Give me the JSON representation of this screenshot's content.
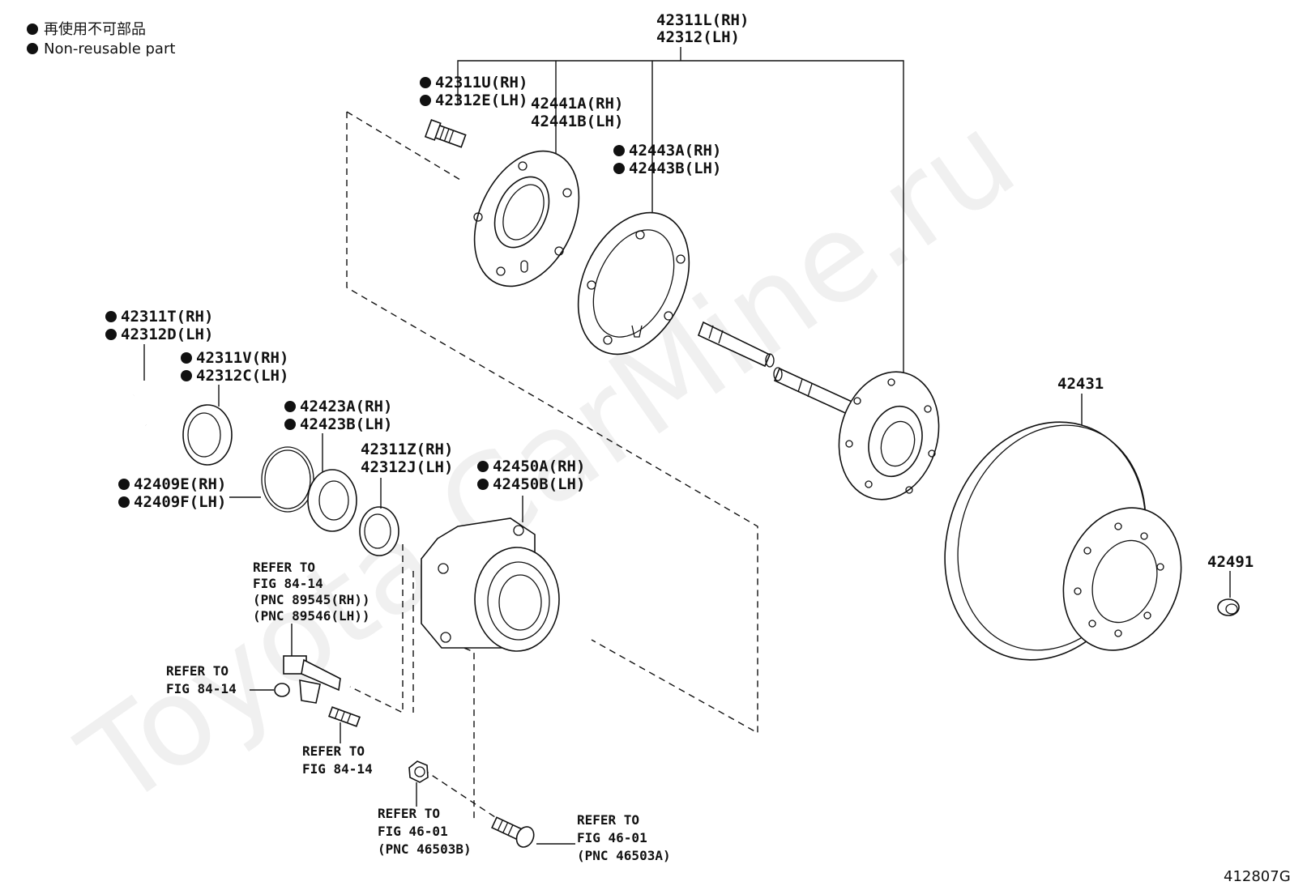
{
  "legend": {
    "items": [
      {
        "text": "再使用不可部品"
      },
      {
        "text": "Non-reusable part"
      }
    ]
  },
  "watermark": "Toyota.CarMine.ru",
  "figure_id": "412807G",
  "labels": {
    "shaft_rh": "42311L(RH)",
    "shaft_lh": "42312(LH)",
    "bolt_rh": "42311U(RH)",
    "bolt_lh": "42312E(LH)",
    "retainer_rh": "42441A(RH)",
    "retainer_lh": "42441B(LH)",
    "gasket_rh": "42443A(RH)",
    "gasket_lh": "42443B(LH)",
    "snapring_rh": "42311T(RH)",
    "snapring_lh": "42312D(LH)",
    "oilseal_rh": "42311V(RH)",
    "oilseal_lh": "42312C(LH)",
    "bearing_rh": "42423A(RH)",
    "bearing_lh": "42423B(LH)",
    "oring_rh": "42409E(RH)",
    "oring_lh": "42409F(LH)",
    "inner_seal_rh": "42311Z(RH)",
    "inner_seal_lh": "42312J(LH)",
    "hub_rh": "42450A(RH)",
    "hub_lh": "42450B(LH)",
    "disc": "42431",
    "plug": "42491",
    "ref_sensor_1": "REFER TO",
    "ref_sensor_2": "FIG 84-14",
    "ref_sensor_3": "(PNC 89545(RH))",
    "ref_sensor_4": "(PNC 89546(LH))",
    "ref_clip_1": "REFER TO",
    "ref_clip_2": "FIG 84-14",
    "ref_stud_1": "REFER TO",
    "ref_stud_2": "FIG 84-14",
    "ref_nut_1": "REFER TO",
    "ref_nut_2": "FIG 46-01",
    "ref_nut_3": "(PNC 46503B)",
    "ref_bolt_1": "REFER TO",
    "ref_bolt_2": "FIG 46-01",
    "ref_bolt_3": "(PNC 46503A)"
  }
}
